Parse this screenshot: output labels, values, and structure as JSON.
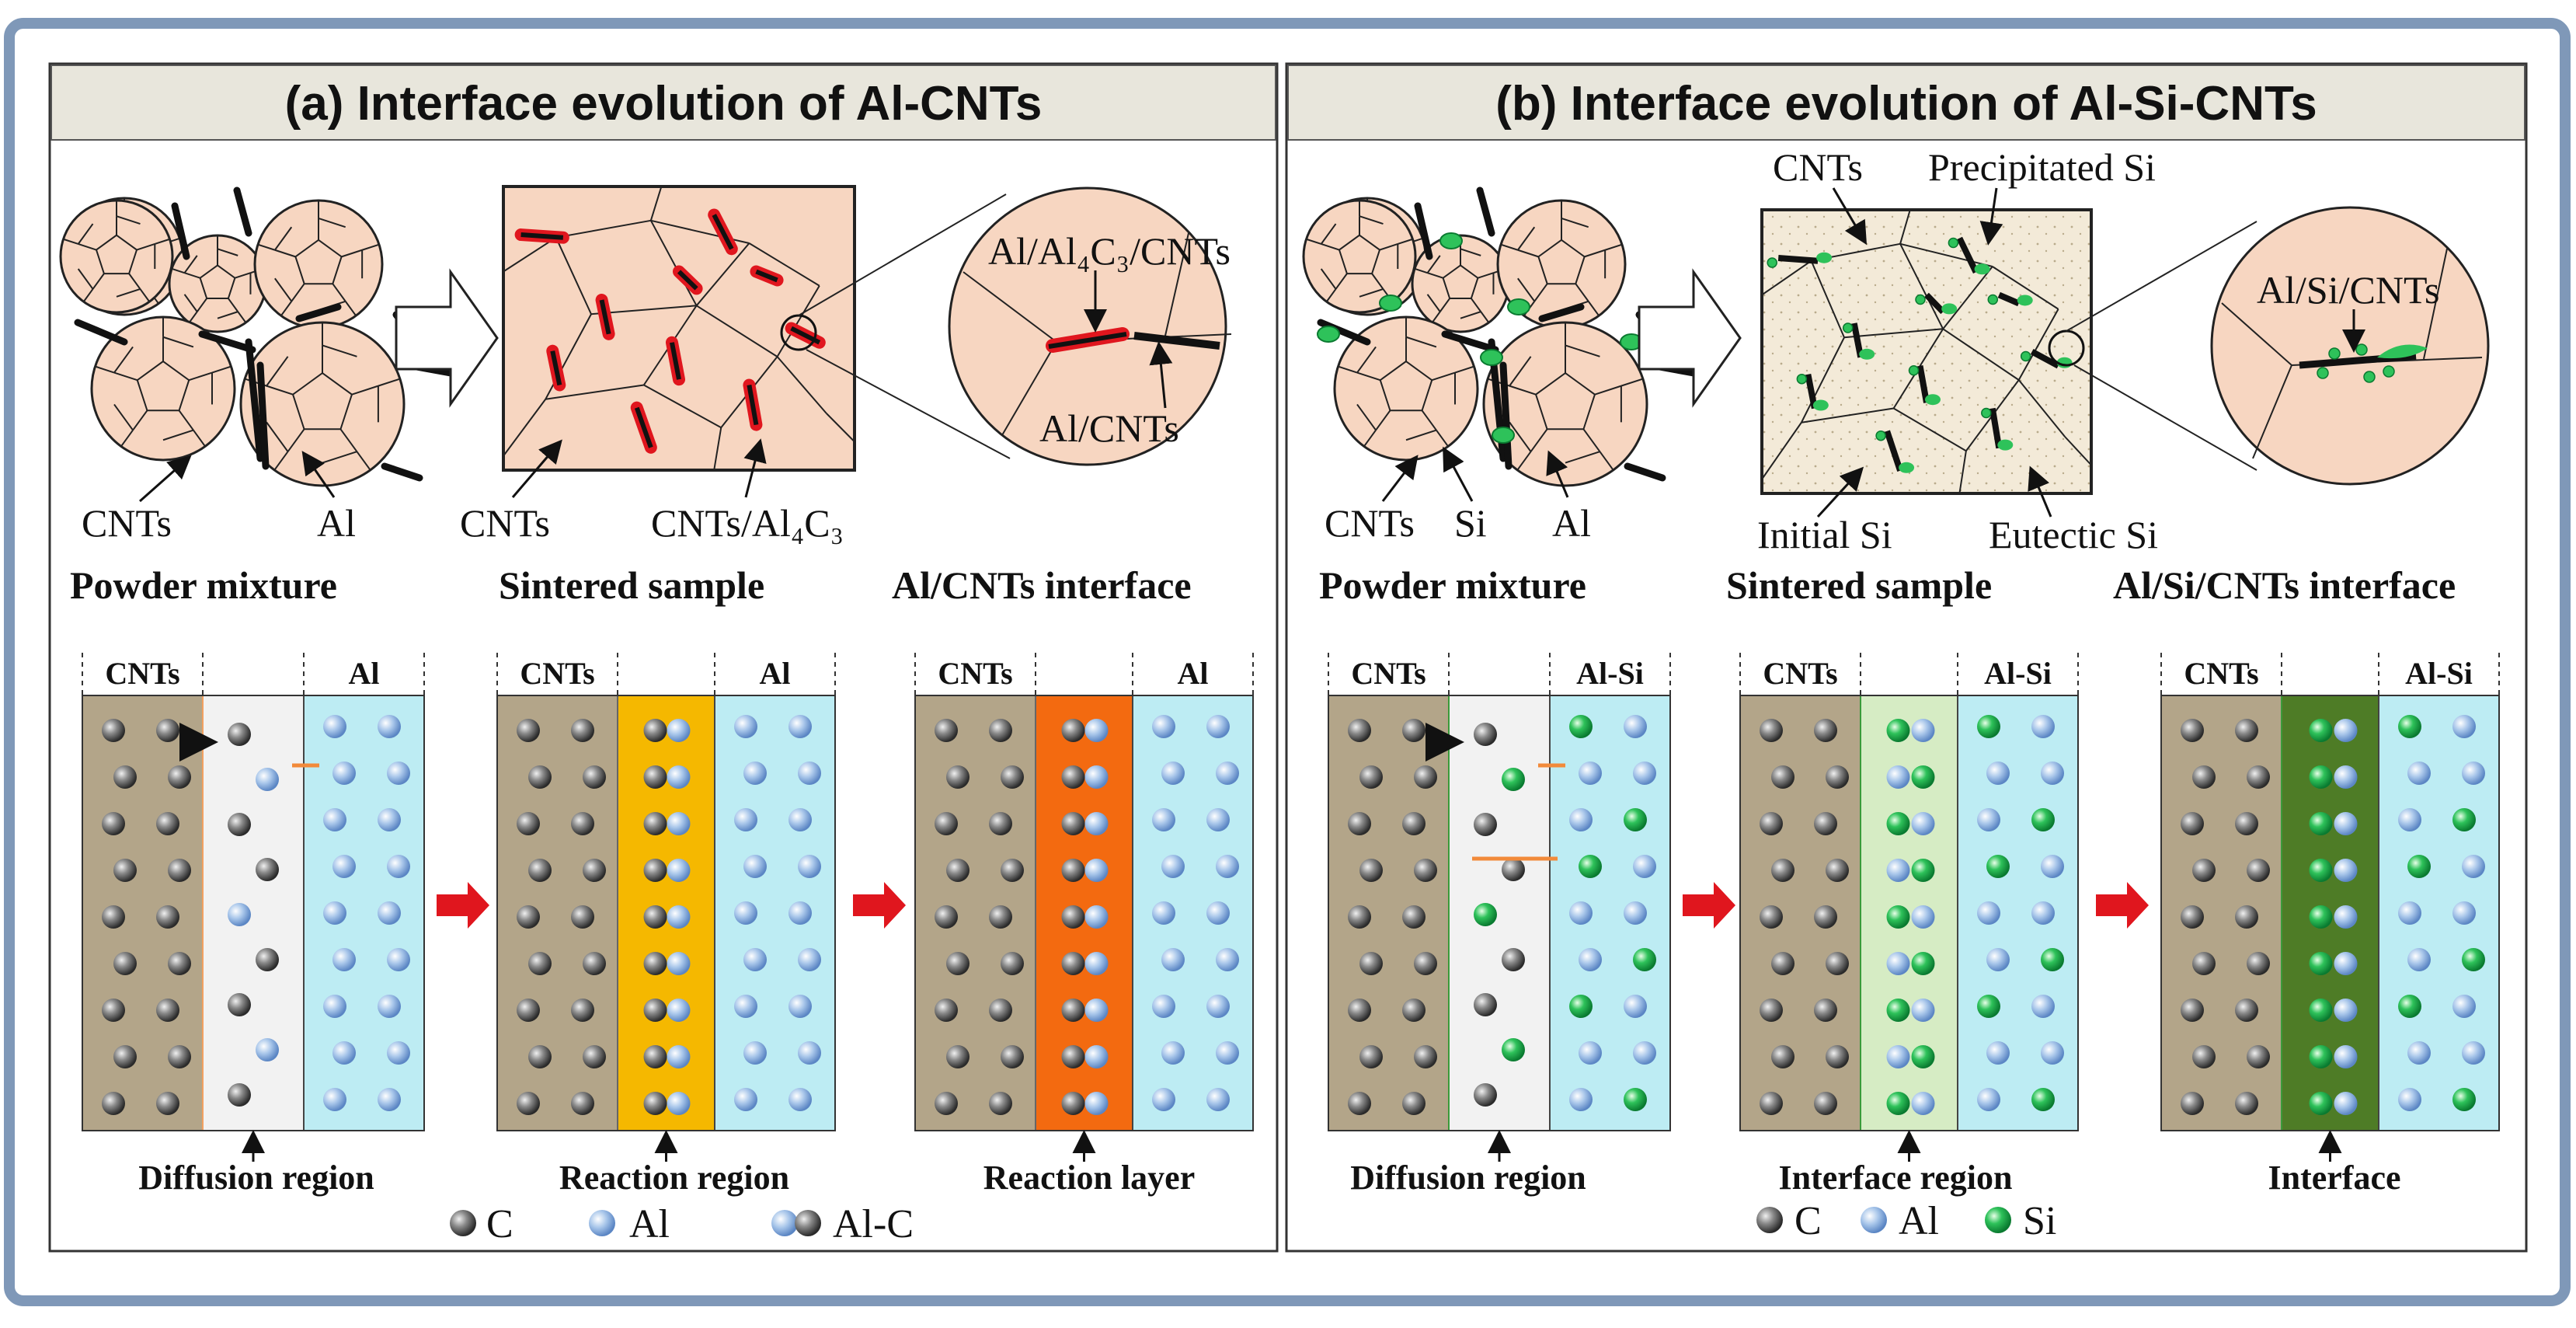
{
  "panel_a": {
    "title": "(a) Interface evolution of Al-CNTs",
    "powder": {
      "label_cnts": "CNTs",
      "label_al": "Al",
      "caption": "Powder mixture"
    },
    "sintered": {
      "label_cnts": "CNTs",
      "label_cnts_al4c3": "CNTs/Al₄C₃",
      "caption": "Sintered sample"
    },
    "interface": {
      "label_top": "Al/Al₄C₃/CNTs",
      "label_bottom": "Al/CNTs",
      "caption": "Al/CNTs interface"
    },
    "column_headers": {
      "left": "CNTs",
      "right": "Al"
    },
    "stages": [
      "Diffusion region",
      "Reaction region",
      "Reaction layer"
    ],
    "legend": {
      "c": "C",
      "al": "Al",
      "alc": "Al-C"
    }
  },
  "panel_b": {
    "title": "(b) Interface evolution of Al-Si-CNTs",
    "powder": {
      "label_cnts": "CNTs",
      "label_si": "Si",
      "label_al": "Al",
      "caption": "Powder mixture"
    },
    "sintered": {
      "label_cnts": "CNTs",
      "label_precip": "Precipitated Si",
      "label_initial": "Initial Si",
      "label_eutectic": "Eutectic Si",
      "caption": "Sintered sample"
    },
    "interface": {
      "label_top": "Al/Si/CNTs",
      "caption": "Al/Si/CNTs interface"
    },
    "column_headers": {
      "left": "CNTs",
      "right": "Al-Si"
    },
    "stages": [
      "Diffusion region",
      "Interface region",
      "Interface"
    ],
    "legend": {
      "c": "C",
      "al": "Al",
      "si": "Si"
    }
  },
  "colors": {
    "frame": "#7f98b8",
    "title_bg": "#e8e6dc",
    "grain": "#f7d6c1",
    "cnt_zone": "#b3a589",
    "al_zone": "#bdecf3",
    "diffusion": "#f2f2f2",
    "reaction": "#f5b800",
    "reaction_layer": "#f36a10",
    "si_region": "#d6ecc4",
    "interface": "#4e7c26",
    "arrow_red": "#e0161e",
    "arrow_orange": "#f28a3a"
  }
}
